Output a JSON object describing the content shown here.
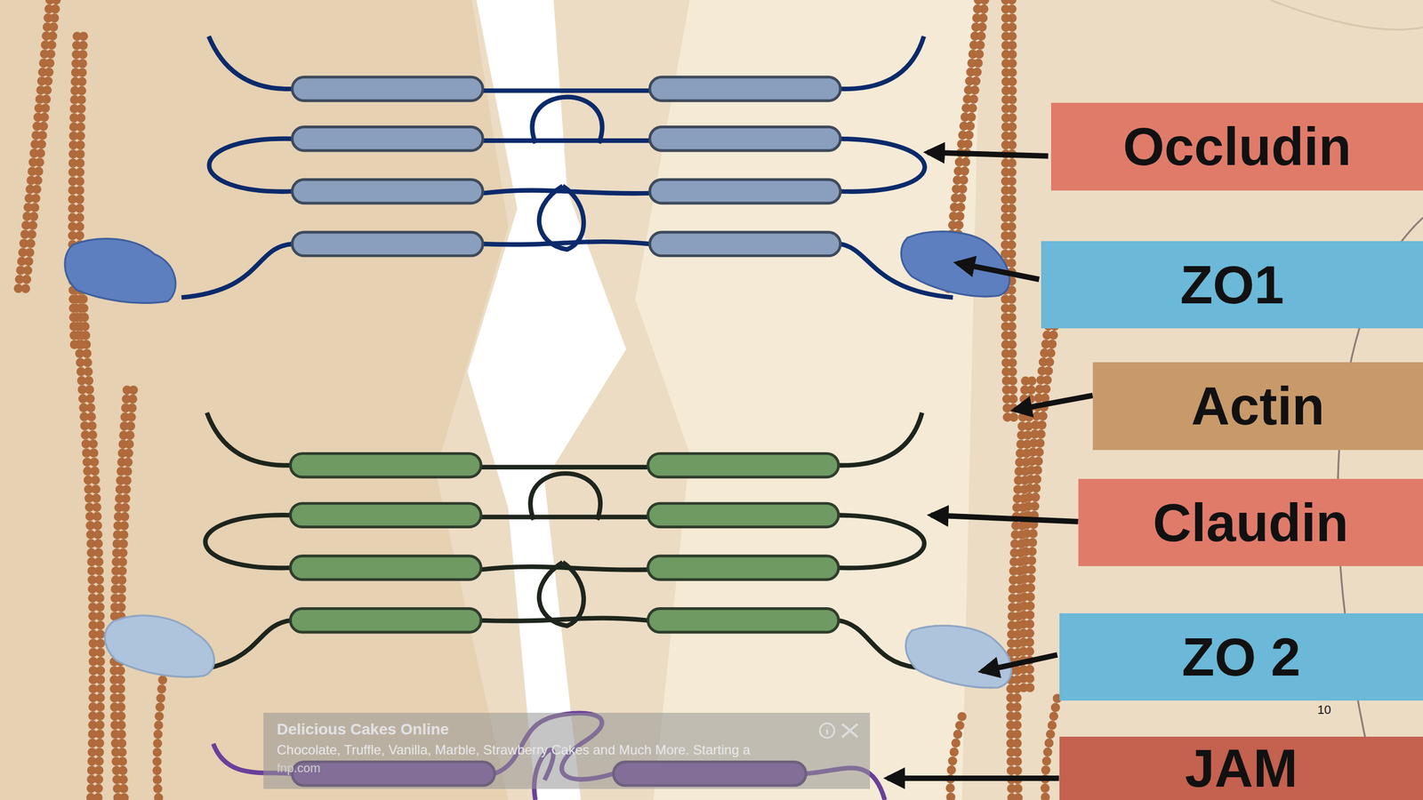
{
  "diagram": {
    "nodes": [
      {
        "text": [
          "Occludin"
        ]
      },
      {
        "text": [
          "ZO1"
        ]
      },
      {
        "text": [
          "Actin"
        ]
      },
      {
        "text": [
          "Claudin"
        ]
      },
      {
        "text": [
          "ZO 2"
        ]
      },
      {
        "text": [
          "JAM"
        ]
      }
    ],
    "labels": [
      "Delicious Cakes Online",
      "Chocolate, Truffle, Vanilla, Marble, Strawberry Cakes and Much More. Starting a",
      "fnp.com",
      "10"
    ]
  }
}
